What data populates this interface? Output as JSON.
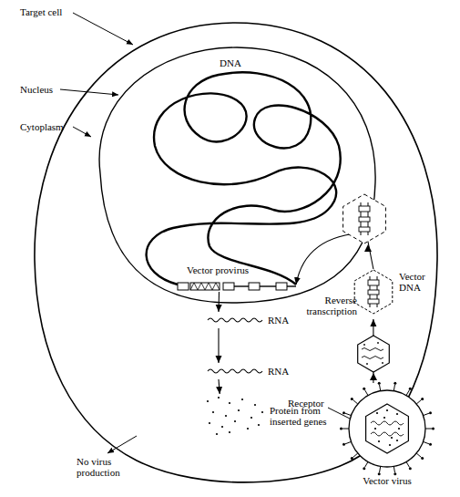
{
  "diagram": {
    "nodes": [
      {
        "text": [
          "Vector provirus"
        ]
      },
      {
        "text": [
          "RNA"
        ]
      },
      {
        "text": [
          "RNA"
        ]
      },
      {
        "text": [
          "Protein from inserted genes"
        ]
      },
      {
        "text": [
          "Vector virus"
        ]
      },
      {
        "text": [
          "Reverse transcription",
          "Vector DNA"
        ]
      }
    ],
    "edges": [
      {
        "from": 0,
        "to": 1,
        "arrow": "to"
      },
      {
        "from": 1,
        "to": 2,
        "arrow": "to"
      },
      {
        "from": 2,
        "to": 3,
        "arrow": "to"
      },
      {
        "from": 4,
        "to": 5,
        "arrow": "to"
      },
      {
        "from": 5,
        "to": 0,
        "arrow": "to"
      }
    ],
    "labels": [
      "Target cell",
      "Nucleus",
      "Cytoplasm",
      "DNA",
      "No virus production",
      "Receptor"
    ]
  }
}
